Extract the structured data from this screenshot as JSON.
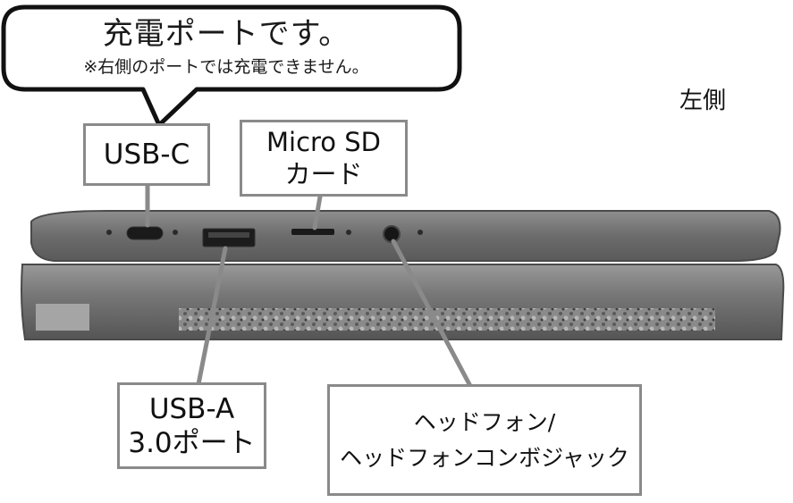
{
  "side_label": "左側",
  "callout": {
    "title": "充電ポートです。",
    "note": "※右側のポートでは充電できません。"
  },
  "ports": [
    {
      "id": "usb-c",
      "lines": [
        "USB-C"
      ]
    },
    {
      "id": "microsd",
      "lines": [
        "Micro SD",
        "カード"
      ]
    },
    {
      "id": "usb-a",
      "lines": [
        "USB-A",
        "3.0ポート"
      ]
    },
    {
      "id": "headphone",
      "lines": [
        "ヘッドフォン/",
        "ヘッドフォンコンボジャック"
      ]
    }
  ],
  "colors": {
    "laptop_body": "#6f6f6f",
    "laptop_edge": "#8c8c8c",
    "label_border": "#8a8a8a",
    "leader_line": "#8a8a8a"
  }
}
